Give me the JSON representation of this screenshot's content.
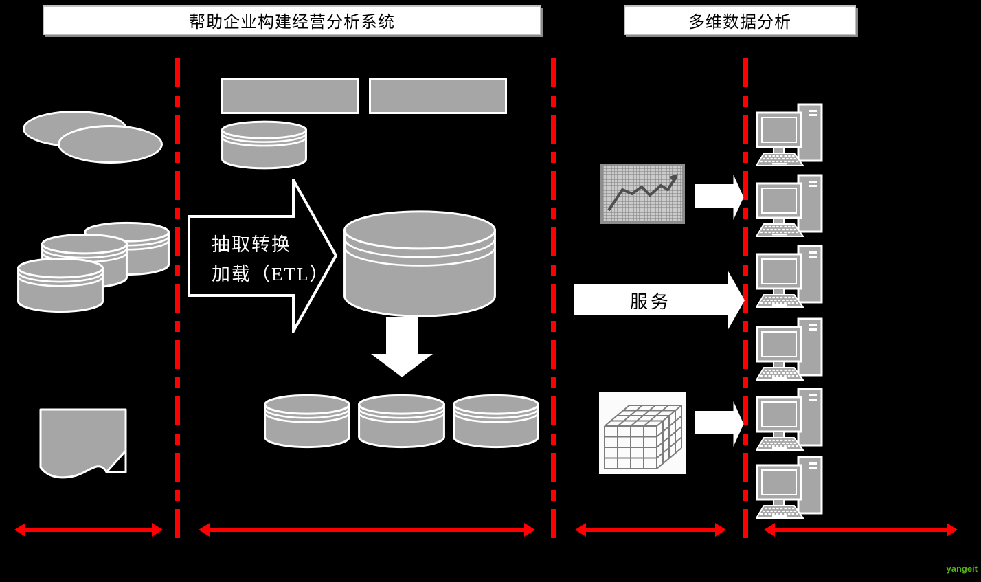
{
  "header": {
    "left_box_title": "帮助企业构建经营分析系统",
    "right_box_title": "多维数据分析"
  },
  "flow_labels": {
    "etl_line1": "抽取转换",
    "etl_line2": "加载（ETL）",
    "service": "服务"
  },
  "branding": {
    "watermark": "yangeit"
  },
  "colors": {
    "background": "#000000",
    "shape_fill": "#a6a6a6",
    "shape_outline": "#ffffff",
    "divider": "#ff0000",
    "title_box_bg": "#ffffff",
    "title_box_border": "#c0c0c0",
    "title_text": "#000000",
    "watermark": "#55b314",
    "chart_bg": "#cbcbcb",
    "chart_border": "#8d8d8d",
    "chart_line": "#4f4f4f",
    "cube_bg": "#fbfbfb",
    "cube_line": "#7d7d7d"
  },
  "icons": {
    "source_shapes": [
      "data-ellipse-icon",
      "database-cylinder-icon",
      "document-icon"
    ],
    "etl_area": [
      "block-rectangle",
      "database-cylinder-icon",
      "block-arrow-right-icon",
      "block-arrow-down-icon"
    ],
    "analysis_area": [
      "line-chart-icon",
      "cube-icon",
      "block-arrow-right-icon"
    ],
    "client_area": "desktop-computer-icon",
    "footer": "double-headed-arrow-icon"
  }
}
